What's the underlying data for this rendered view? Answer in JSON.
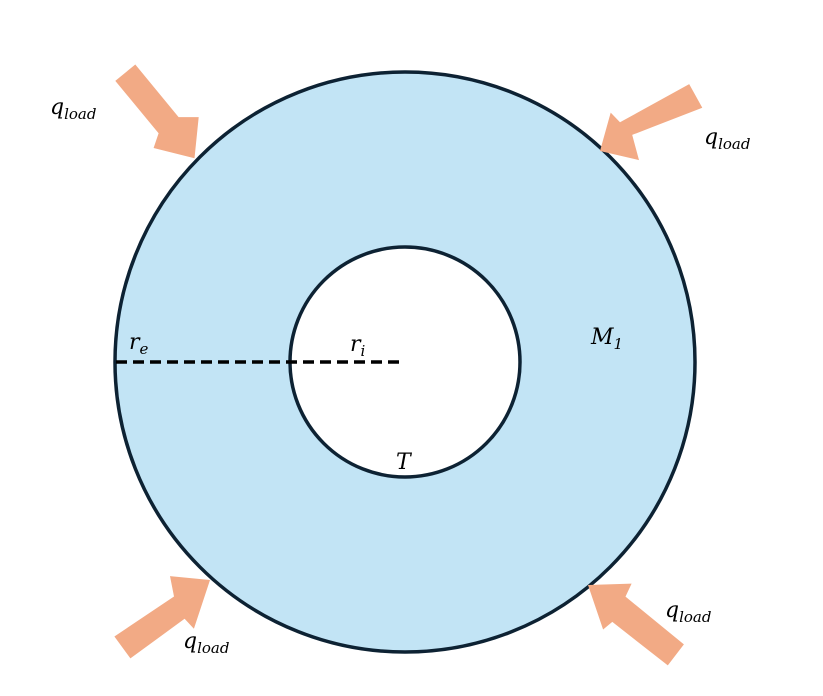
{
  "colors": {
    "ring_fill": "#c2e4f5",
    "ring_stroke": "#0d2233",
    "hole_fill": "#ffffff",
    "arrow": "#f2aa85",
    "text": "#000000"
  },
  "labels": {
    "load": {
      "main": "q",
      "sub": "load"
    },
    "outer_radius": {
      "main": "r",
      "sub": "e"
    },
    "inner_radius": {
      "main": "r",
      "sub": "i"
    },
    "material": {
      "main": "M",
      "sub": "1"
    },
    "temperature": {
      "main": "T"
    }
  }
}
